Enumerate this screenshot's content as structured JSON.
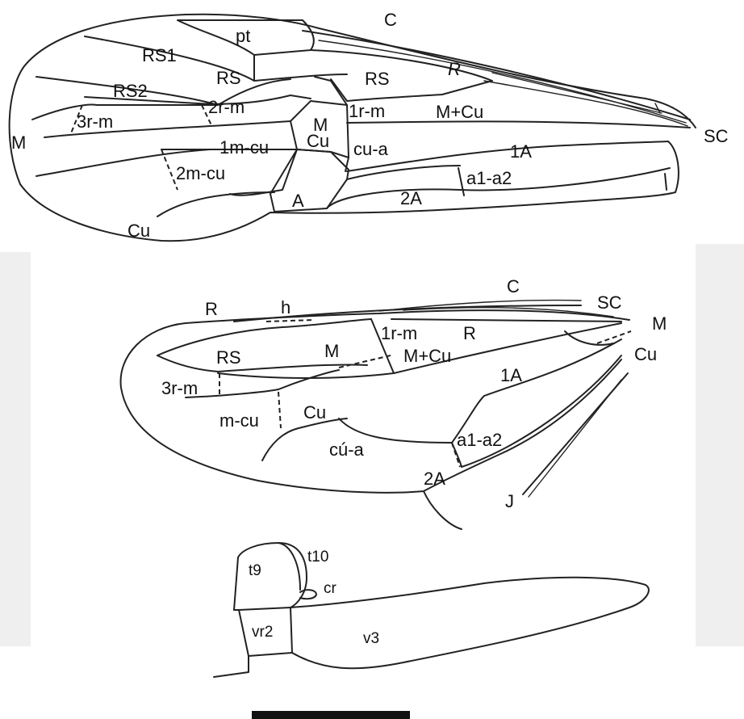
{
  "forewing": {
    "labels": {
      "C": "C",
      "pt": "pt",
      "RS1": "RS1",
      "RS_top": "RS",
      "RS_mid": "RS",
      "R": "R",
      "RS2": "RS2",
      "r2m": "2r-m",
      "r1m": "1r-m",
      "MCu": "M+Cu",
      "SC": "SC",
      "r3m": "3r-m",
      "M_left": "M",
      "M_cell": "M",
      "Cu_cell": "Cu",
      "m1cu": "1m-cu",
      "cua": "cu-a",
      "A1": "1A",
      "m2cu": "2m-cu",
      "a1a2": "a1-a2",
      "A": "A",
      "A2": "2A",
      "Cu_bottom": "Cu"
    }
  },
  "hindwing": {
    "labels": {
      "C": "C",
      "SC": "SC",
      "R_left": "R",
      "h": "h",
      "M_right": "M",
      "r1m": "1r-m",
      "R_mid": "R",
      "Cu_right": "Cu",
      "RS": "RS",
      "M_mid": "M",
      "MCu": "M+Cu",
      "A1": "1A",
      "r3m": "3r-m",
      "mcu": "m-cu",
      "Cu_mid": "Cu",
      "a1a2": "a1-a2",
      "cua": "cú-a",
      "A2": "2A",
      "J": "J"
    }
  },
  "abdomen": {
    "labels": {
      "t9": "t9",
      "t10": "t10",
      "cr": "cr",
      "vr2": "vr2",
      "v3": "v3"
    }
  },
  "scale_bar": {
    "label": ""
  }
}
